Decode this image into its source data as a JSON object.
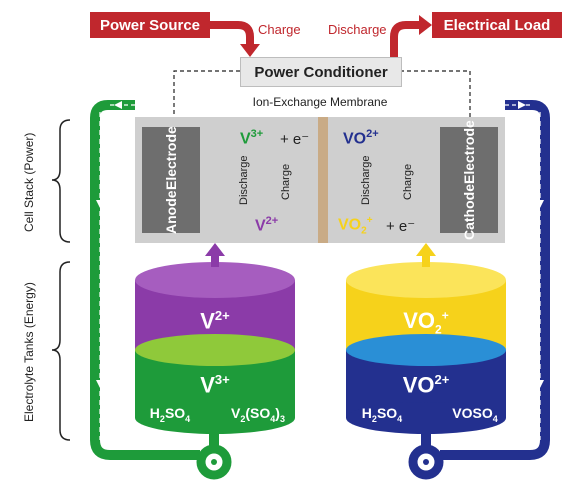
{
  "header": {
    "power_source": "Power Source",
    "electrical_load": "Electrical Load",
    "charge": "Charge",
    "discharge": "Discharge",
    "power_conditioner": "Power Conditioner"
  },
  "membrane_label": "Ion-Exchange Membrane",
  "side_labels": {
    "cell_stack": "Cell Stack (Power)",
    "tanks": "Electrolyte Tanks (Energy)"
  },
  "anode": {
    "label_line1": "Anode",
    "label_line2": "Electrode",
    "ion_top": "V3+",
    "electron": "+ e⁻",
    "ion_bottom": "V2+",
    "discharge": "Discharge",
    "charge": "Charge"
  },
  "cathode": {
    "label_line1": "Cathode",
    "label_line2": "Electrode",
    "ion_top": "VO2+",
    "ion_bottom": "VO2+",
    "electron": "+ e⁻",
    "discharge": "Discharge",
    "charge": "Charge"
  },
  "left_tank": {
    "top_ion": "V2+",
    "bottom_ion": "V3+",
    "acid": "H2SO4",
    "salt": "V2(SO4)3"
  },
  "right_tank": {
    "top_ion": "VO2+",
    "bottom_ion": "VO2+",
    "acid": "H2SO4",
    "salt": "VOSO4"
  },
  "colors": {
    "red": "#c0272d",
    "green": "#1e9b3a",
    "blue": "#23308f",
    "purple": "#8b3ba8",
    "yellow": "#f6d21b",
    "lime": "#8fc93a",
    "sky": "#2a8fd6",
    "gray": "#6e6e6e"
  }
}
